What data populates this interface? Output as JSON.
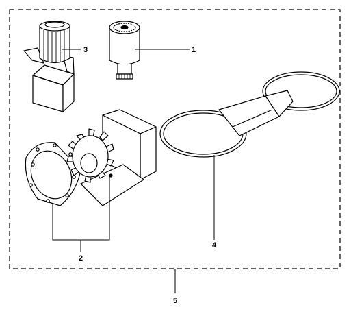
{
  "figure": {
    "type": "exploded parts kit illustration",
    "background_color": "#ffffff",
    "line_color": "#000000"
  },
  "callouts": [
    {
      "id": "1",
      "label": "1",
      "part": "cylindrical-filter-with-threaded-neck"
    },
    {
      "id": "2",
      "label": "2",
      "part": "pump-impeller-gasket-and-box"
    },
    {
      "id": "3",
      "label": "3",
      "part": "cylindrical-filter-with-box"
    },
    {
      "id": "4",
      "label": "4",
      "part": "drive-belt-loop"
    },
    {
      "id": "5",
      "label": "5",
      "part": "kit-boundary"
    }
  ]
}
